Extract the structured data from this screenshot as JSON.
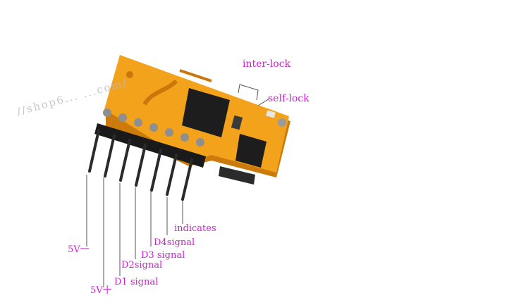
{
  "watermark": "//shop6... ...com/",
  "labels": {
    "interlock": "inter-lock",
    "selflock": "self-lock",
    "indicates": "indicates",
    "d4": "D4signal",
    "d3": "D3 signal",
    "d2": "D2signal",
    "d1": "D1 signal",
    "v5minus": "5V一",
    "v5plus": "5V十"
  },
  "colors": {
    "label": "#d21fd2",
    "board": "#f3a21c",
    "board_shadow": "#d9840f",
    "chip": "#1d1d1d",
    "pin": "#2a2a2a"
  }
}
